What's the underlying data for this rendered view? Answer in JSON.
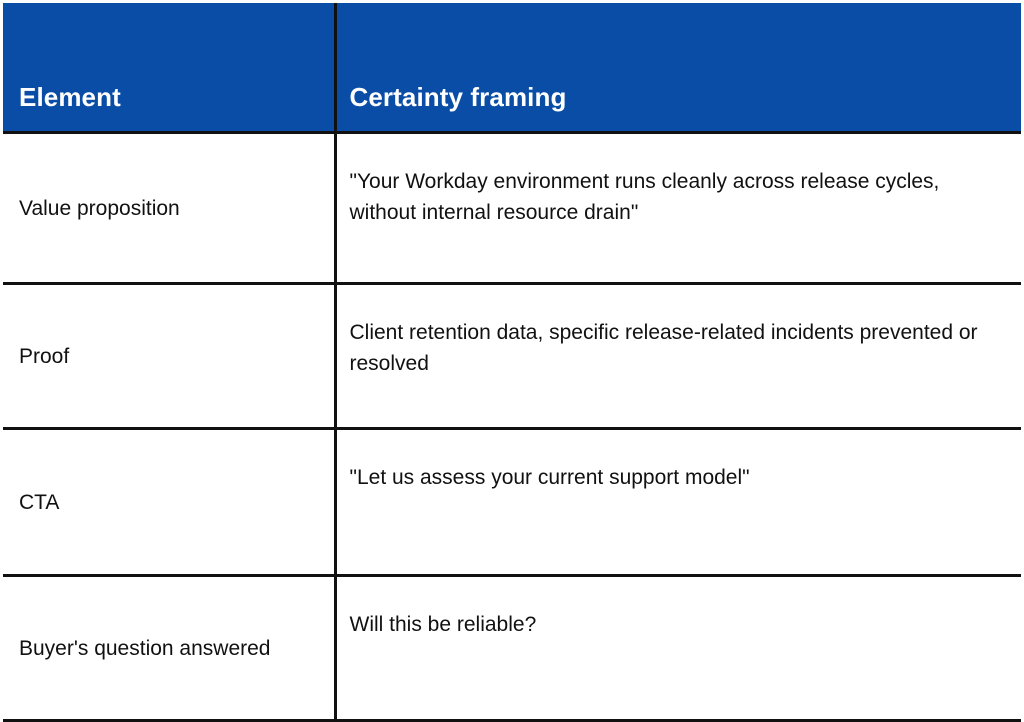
{
  "table": {
    "columns": [
      {
        "key": "element",
        "label": "Element"
      },
      {
        "key": "framing",
        "label": "Certainty framing"
      }
    ],
    "header_bg": "#0A4DA6",
    "header_text_color": "#FFFFFF",
    "border_color": "#111111",
    "body_text_color": "#111111",
    "rows": [
      {
        "element": "Value proposition",
        "framing": "\"Your Workday environment runs cleanly across release cycles, without internal resource drain\""
      },
      {
        "element": "Proof",
        "framing": "Client retention data, specific release-related incidents prevented or resolved"
      },
      {
        "element": "CTA",
        "framing": "\"Let us assess your current support model\""
      },
      {
        "element": "Buyer's question answered",
        "framing": "Will this be reliable?"
      }
    ]
  }
}
